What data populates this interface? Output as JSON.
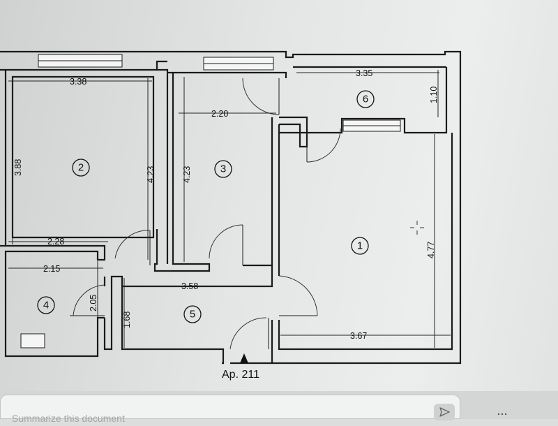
{
  "plan": {
    "apartment_label": "Ap. 211",
    "rooms": [
      "1",
      "2",
      "3",
      "4",
      "5",
      "6"
    ],
    "dimensions": {
      "room2_width": "3.38",
      "room2_height": "3.88",
      "room2_bottom": "2.28",
      "room2_inner_height": "4.23",
      "room3_width": "2.20",
      "room3_height": "4.23",
      "room6_width": "3.35",
      "room6_height": "1.10",
      "room1_height": "4.77",
      "room1_width": "3.67",
      "room4_width": "2.15",
      "room4_height": "2.05",
      "hall_width": "3.58",
      "hall_height": "1.68"
    }
  },
  "chat": {
    "placeholder": "Summarize this document",
    "more_label": "..."
  }
}
